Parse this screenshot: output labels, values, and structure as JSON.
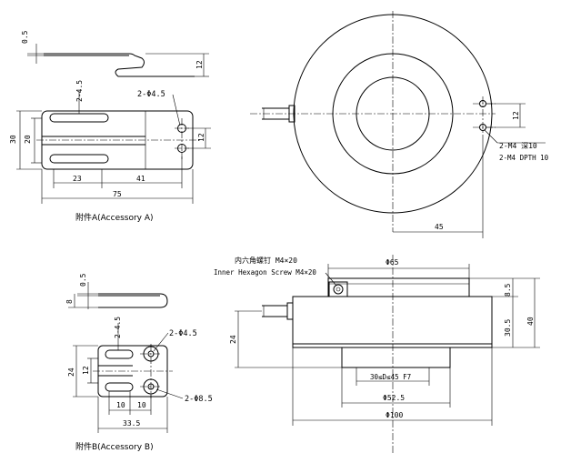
{
  "accessory_a": {
    "caption": "附件A(Accessory A)",
    "dims": {
      "thickness": "0.5",
      "bend_height": "12",
      "slot_width": "2-4.5",
      "hole_label": "2-Φ4.5",
      "height_outer": "30",
      "height_inner": "20",
      "hole_pitch": "12",
      "slot_len": "23",
      "hole_offset": "41",
      "length": "75"
    }
  },
  "accessory_b": {
    "caption": "附件B(Accessory B)",
    "dims": {
      "thickness": "0.5",
      "bend_height": "8",
      "slot_width": "2-4.5",
      "hole_small": "2-Φ4.5",
      "height_outer": "24",
      "height_inner": "12",
      "slot_pitch_left": "10",
      "slot_pitch_right": "10",
      "hole_large": "2-Φ8.5",
      "length": "33.5"
    }
  },
  "top_view": {
    "dims": {
      "hole_pitch": "12",
      "thread_cn": "2-M4 深10",
      "thread_en": "2-M4 DPTH 10",
      "offset": "45"
    }
  },
  "side_view": {
    "screw_cn": "内六角螺钉 M4×20",
    "screw_en": "Inner Hexagon Screw M4×20",
    "dims": {
      "top_dia": "Φ65",
      "top_step": "8.5",
      "body_height": "30.5",
      "total_height": "40",
      "cable_height": "24",
      "bore_range": "30≤D≤45 F7",
      "bore_dia": "Φ52.5",
      "outer_dia": "Φ100"
    }
  }
}
